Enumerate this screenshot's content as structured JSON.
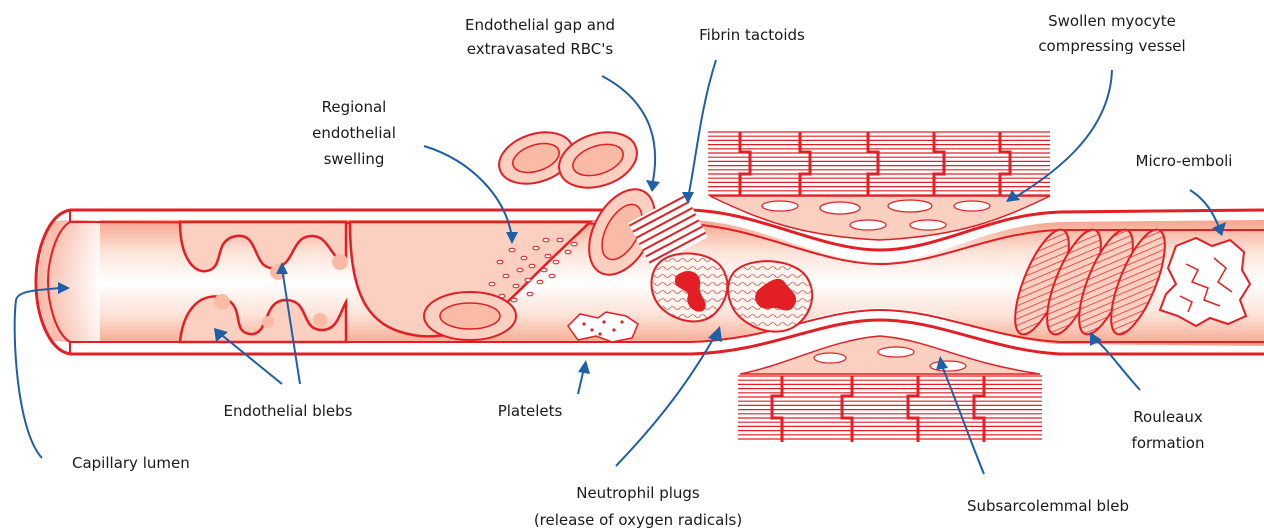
{
  "labels": {
    "endothelial_gap_line1": "Endothelial gap and",
    "endothelial_gap_line2": "extravasated RBC's",
    "fibrin_tactoids": "Fibrin tactoids",
    "swollen_myocyte_line1": "Swollen myocyte",
    "swollen_myocyte_line2": "compressing vessel",
    "regional_swelling_line1": "Regional",
    "regional_swelling_line2": "endothelial",
    "regional_swelling_line3": "swelling",
    "micro_emboli": "Micro-emboli",
    "endothelial_blebs": "Endothelial blebs",
    "platelets": "Platelets",
    "rouleaux_line1": "Rouleaux",
    "rouleaux_line2": "formation",
    "capillary_lumen": "Capillary lumen",
    "neutrophil_line1": "Neutrophil plugs",
    "neutrophil_line2": "(release of oxygen radicals)",
    "subsarcolemmal_bleb": "Subsarcolemmal bleb"
  },
  "colors": {
    "vessel_red": "#e31e24",
    "tissue_pink": "#fbd0c0",
    "leader_blue": "#1f5fa8"
  }
}
